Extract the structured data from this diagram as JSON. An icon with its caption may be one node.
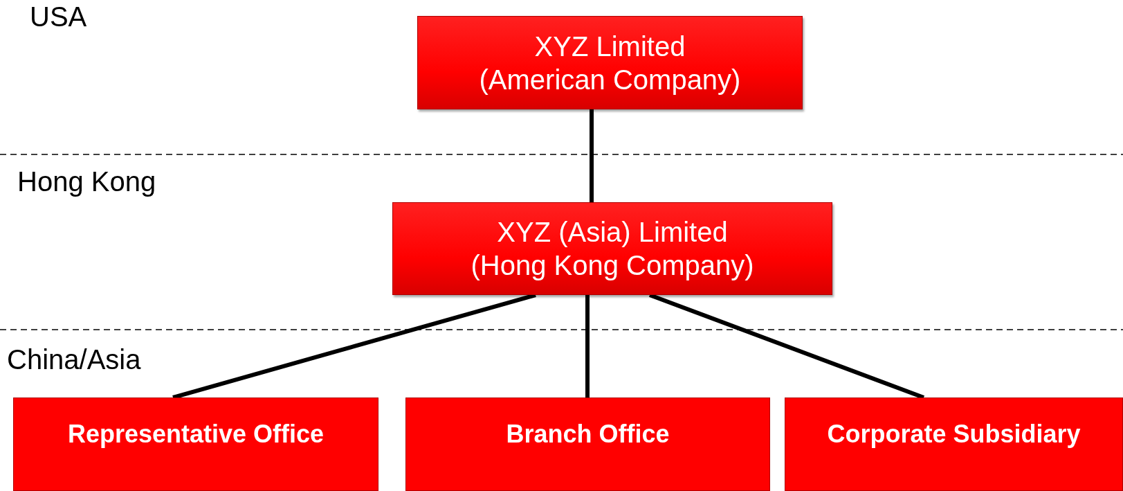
{
  "diagram": {
    "nodes": [
      {
        "text": [
          "XYZ Limited (American Company)"
        ]
      },
      {
        "text": [
          "XYZ (Asia) Limited (Hong Kong Company)"
        ]
      },
      {
        "text": [
          "Representative Office"
        ]
      },
      {
        "text": [
          "Branch Office"
        ]
      },
      {
        "text": [
          "Corporate Subsidiary"
        ]
      }
    ],
    "edges": [
      {
        "from": 0,
        "to": 1,
        "arrow": "none"
      },
      {
        "from": 1,
        "to": 2,
        "arrow": "none"
      },
      {
        "from": 1,
        "to": 3,
        "arrow": "none"
      },
      {
        "from": 1,
        "to": 4,
        "arrow": "none"
      }
    ],
    "labels": [
      "USA",
      "Hong Kong",
      "China/Asia"
    ]
  }
}
